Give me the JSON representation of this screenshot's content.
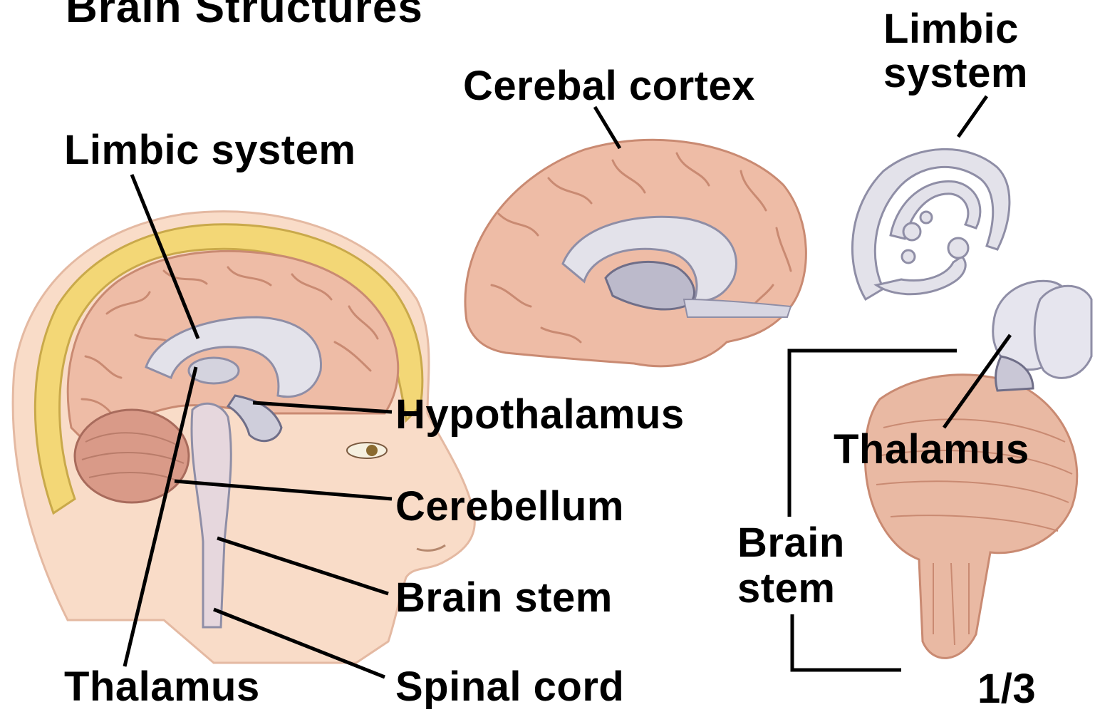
{
  "title": "Brain Structures",
  "colors": {
    "skin": "#f9dcc8",
    "brain": "#eebca6",
    "brain_fold": "#c98a72",
    "skull": "#f3d776",
    "limbic": "#e3e2ea",
    "limbic_edge": "#8f8ea6",
    "cerebellum": "#d99a88",
    "label": "#000000"
  },
  "head_diagram": {
    "labels": {
      "limbic_system": "Limbic system",
      "hypothalamus": "Hypothalamus",
      "cerebellum": "Cerebellum",
      "brain_stem": "Brain stem",
      "thalamus": "Thalamus",
      "spinal_cord": "Spinal cord"
    }
  },
  "cortex_diagram": {
    "label": "Cerebal cortex"
  },
  "limbic_diagram": {
    "label_line1": "Limbic",
    "label_line2": "system"
  },
  "brainstem_diagram": {
    "thalamus_label": "Thalamus",
    "bracket_label_line1": "Brain",
    "bracket_label_line2": "stem"
  },
  "page_indicator": "1/3"
}
